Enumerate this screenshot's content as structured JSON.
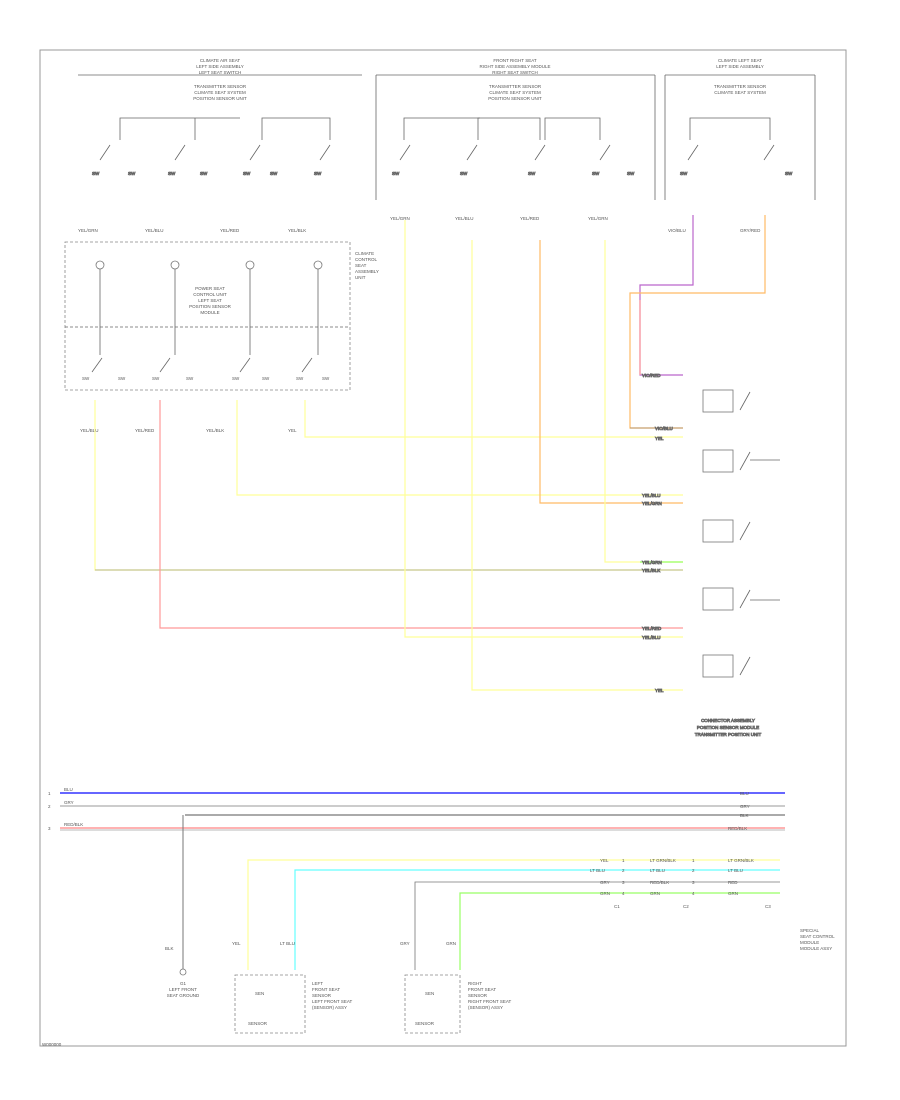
{
  "page_code": "W000000",
  "top_blocks": [
    {
      "title_lines": [
        "CLIMATE AIR SEAT",
        "LEFT SIDE ASSEMBLY",
        "LEFT SEAT SWITCH"
      ],
      "label_lines": [
        "TRANSMITTER SENSOR",
        "CLIMATE SEAT SYSTEM",
        "POSITION SENSOR UNIT"
      ]
    },
    {
      "title_lines": [
        "FRONT RIGHT SEAT",
        "RIGHT SIDE ASSEMBLY MODULE",
        "RIGHT SEAT SWITCH"
      ],
      "label_lines": [
        "TRANSMITTER SENSOR",
        "CLIMATE SEAT SYSTEM",
        "POSITION SENSOR UNIT"
      ]
    },
    {
      "title_lines": [
        "CLIMATE LEFT SEAT",
        "LEFT SIDE ASSEMBLY"
      ],
      "label_lines": [
        "TRANSMITTER SENSOR",
        "CLIMATE SEAT SYSTEM"
      ]
    }
  ],
  "switch_labels": {
    "top": [
      "SW",
      "SW",
      "SW",
      "SW",
      "SW",
      "SW",
      "SW",
      "SW",
      "SW",
      "SW",
      "SW",
      "SW",
      "SW",
      "SW"
    ],
    "wires": [
      "YEL/GRN",
      "YEL/BLU",
      "YEL/RED",
      "YEL/BLK",
      "YEL/GRN",
      "YEL/BLU",
      "YEL/RED",
      "YEL/GRN",
      "VIO/BLU",
      "GRY/RED"
    ]
  },
  "module": {
    "title_lines": [
      "POWER SEAT",
      "CONTROL UNIT",
      "LEFT SEAT",
      "POSITION SENSOR",
      "MODULE"
    ],
    "side_lines": [
      "CLIMATE",
      "CONTROL",
      "SEAT",
      "ASSEMBLY",
      "UNIT"
    ],
    "bottom_labels": [
      "SW",
      "SW",
      "SW",
      "SW",
      "SW",
      "SW",
      "SW",
      "SW"
    ],
    "out_wires": [
      "YEL/BLU",
      "YEL/RED",
      "YEL/BLK",
      "YEL"
    ]
  },
  "right_switches": {
    "wire_labels": [
      "VIO/RED",
      "VIO/BLU",
      "YEL",
      "YEL/BLU",
      "YEL/GRN",
      "YEL/GRN",
      "YEL/BLK",
      "YEL/RED",
      "YEL/BLU",
      "YEL"
    ],
    "footer_lines": [
      "CONNECTOR ASSEMBLY",
      "POSITION SENSOR MODULE",
      "TRANSMITTER POSITION UNIT"
    ]
  },
  "bus": {
    "left_pins": [
      "1",
      "2",
      "3"
    ],
    "labels": [
      "BLU",
      "GRY",
      "RED/BLK"
    ],
    "right_labels": [
      "BLU",
      "GRY",
      "BLK",
      "RED/BLK"
    ]
  },
  "lower": {
    "rows": [
      [
        "YEL",
        "1",
        "LT GRN/BLK",
        "1",
        "LT GRN/BLK"
      ],
      [
        "LT BLU",
        "2",
        "LT BLU",
        "2",
        "LT BLU"
      ],
      [
        "GRY",
        "3",
        "RED/BLK",
        "3",
        "RED"
      ],
      [
        "GRN",
        "4",
        "GRN",
        "4",
        "GRN"
      ]
    ],
    "col_labels": [
      "C1",
      "C2",
      "C3"
    ],
    "module_lines": [
      "SPECIAL",
      "SEAT CONTROL",
      "MODULE",
      "MODULE ASSY"
    ],
    "ground_lines": [
      "G1",
      "LEFT FRONT",
      "SEAT GROUND"
    ],
    "left_sensor": [
      "LEFT",
      "FRONT SEAT",
      "SENSOR",
      "LEFT FRONT SEAT",
      "(SENSOR) ASSY"
    ],
    "right_sensor": [
      "RIGHT",
      "FRONT SEAT",
      "SENSOR",
      "RIGHT FRONT SEAT",
      "(SENSOR) ASSY"
    ],
    "sensor_inner": [
      "SEN",
      "SENSOR"
    ],
    "wire_labels": [
      "BLK",
      "YEL",
      "LT BLU",
      "GRY",
      "GRN"
    ]
  },
  "colors": {
    "yellow": "#ffff99",
    "red": "#ff9999",
    "orange": "#ffbb66",
    "violet": "#bb66cc",
    "blue": "#6666ff",
    "cyan": "#66ffff",
    "green": "#99ff66",
    "gray": "#777777",
    "frame": "#999999"
  }
}
